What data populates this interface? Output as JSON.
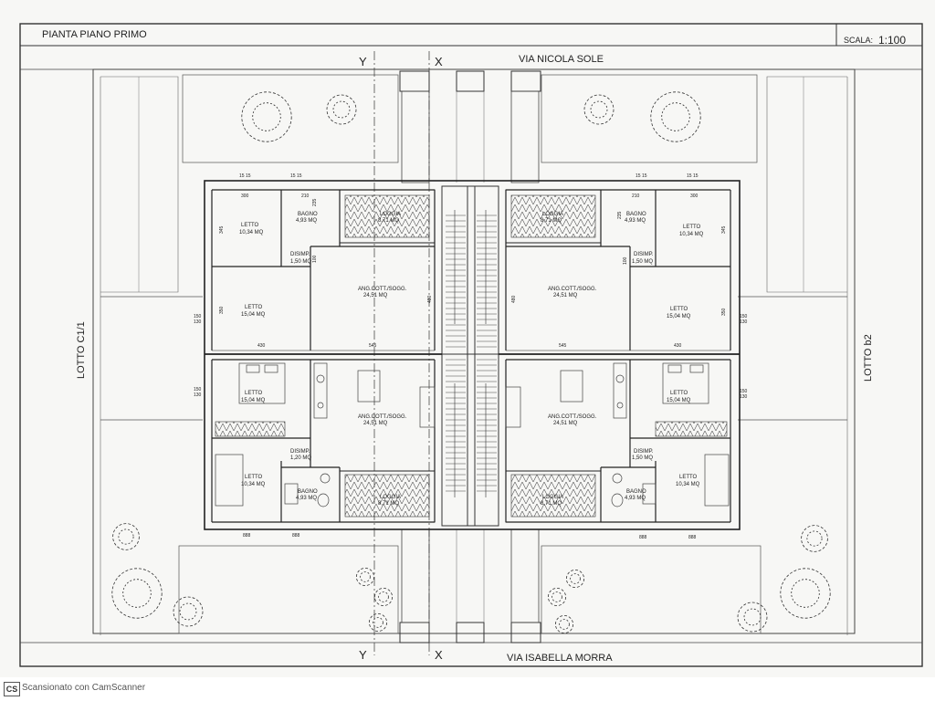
{
  "header": {
    "title": "PIANTA PIANO PRIMO",
    "scale_label": "SCALA:",
    "scale_value": "1:100"
  },
  "streets": {
    "top": "VIA NICOLA SOLE",
    "bottom": "VIA ISABELLA MORRA"
  },
  "lots": {
    "left": "LOTTO C1/1",
    "right": "LOTTO b2"
  },
  "sections": {
    "y": "Y",
    "x": "X"
  },
  "rooms": {
    "letto_1034": "LETTO",
    "area_1034": "10,34 MQ",
    "letto_1504": "LETTO",
    "area_1504": "15,04 MQ",
    "bagno": "BAGNO",
    "bagno_area": "4,93 MQ",
    "loggia": "LOGGIA",
    "loggia_area": "8,71 MQ",
    "ang": "ANG.COTT./SOGG.",
    "ang_area": "24,51 MQ",
    "disimp": "DISIMP.",
    "disimp_area": "1,50 MQ",
    "disimp_alt_area": "1,20 MQ"
  },
  "dims": {
    "d300": "300",
    "d210": "210",
    "d235": "235",
    "d345": "345",
    "d350": "350",
    "d430": "430",
    "d545": "545",
    "d480": "480",
    "d100": "100",
    "d150": "150",
    "d130": "130",
    "d1515": "15 15",
    "d88": "888"
  },
  "footer": {
    "logo": "CS",
    "text": "Scansionato con CamScanner"
  }
}
